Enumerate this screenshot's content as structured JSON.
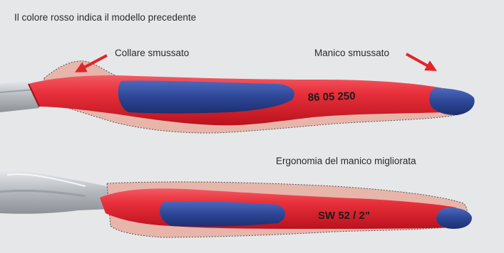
{
  "captions": {
    "legend": "Il colore rosso indica il modello precedente",
    "collar": "Collare smussato",
    "handle": "Manico smussato",
    "ergonomics": "Ergonomia del manico migliorata"
  },
  "tools": {
    "top_imprint": "86 05 250",
    "bottom_imprint": "SW 52 / 2\""
  },
  "colors": {
    "background": "#e6e7e9",
    "grip_red": "#e62e3a",
    "grip_blue": "#2f4a9c",
    "previous_model": "#e8a596",
    "arrow": "#e0252b",
    "steel": "#c9ccd0"
  }
}
